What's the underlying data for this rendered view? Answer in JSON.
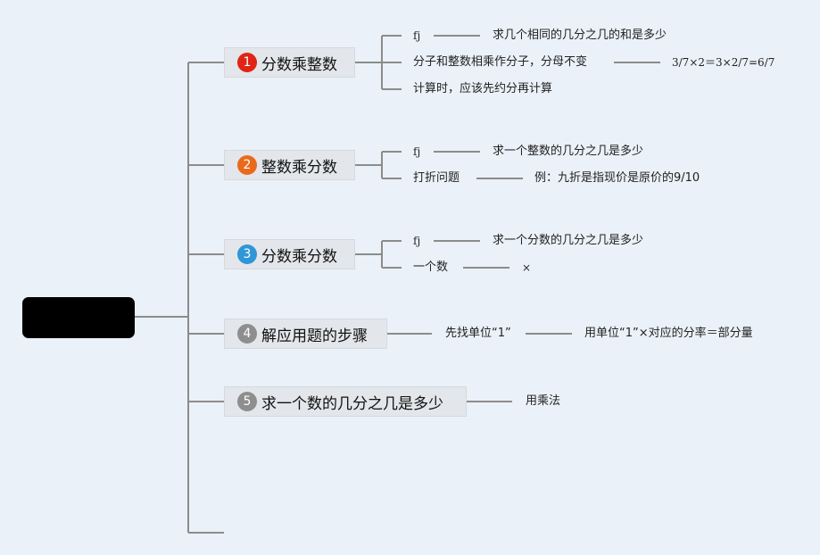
{
  "colors": {
    "line": "#8c8c8c",
    "badge_1": "#e02416",
    "badge_2": "#ea6a1b",
    "badge_3": "#2f96d8",
    "badge_4": "#8e8e8e",
    "badge_5": "#8e8e8e"
  },
  "root": {
    "label": ""
  },
  "topics": [
    {
      "number": "1",
      "label": "分数乘整数",
      "children": [
        {
          "label": "fj",
          "detail": "求几个相同的几分之几的和是多少"
        },
        {
          "label": "分子和整数相乘作分子，分母不变",
          "detail": "3/7×2＝3×2/7=6/7"
        },
        {
          "label": "计算时，应该先约分再计算",
          "detail": ""
        }
      ]
    },
    {
      "number": "2",
      "label": "整数乘分数",
      "children": [
        {
          "label": "fj",
          "detail": "求一个整数的几分之几是多少"
        },
        {
          "label": "打折问题",
          "detail": "例：九折是指现价是原价的9/10"
        }
      ]
    },
    {
      "number": "3",
      "label": "分数乘分数",
      "children": [
        {
          "label": "fj",
          "detail": "求一个分数的几分之几是多少"
        },
        {
          "label": "一个数",
          "detail": "×"
        }
      ]
    },
    {
      "number": "4",
      "label": "解应用题的步骤",
      "children": [
        {
          "label": "先找单位“1”",
          "detail": "用单位“1”×对应的分率＝部分量"
        }
      ]
    },
    {
      "number": "5",
      "label": "求一个数的几分之几是多少",
      "children": [
        {
          "label": "用乘法",
          "detail": ""
        }
      ]
    }
  ]
}
